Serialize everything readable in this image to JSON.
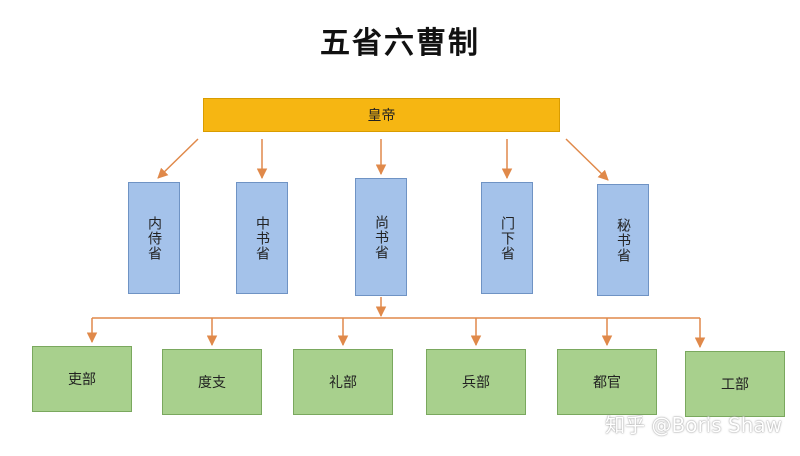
{
  "title": "五省六曹制",
  "emperor": "皇帝",
  "sheng": [
    "内侍省",
    "中书省",
    "尚书省",
    "门下省",
    "秘书省"
  ],
  "bu": [
    "吏部",
    "度支",
    "礼部",
    "兵部",
    "都官",
    "工部"
  ],
  "watermark": "知乎 @Boris Shaw",
  "colors": {
    "emperor": "#f6b612",
    "sheng": "#a4c2ea",
    "bu": "#a8d08d",
    "arrow": "#e0894a"
  }
}
